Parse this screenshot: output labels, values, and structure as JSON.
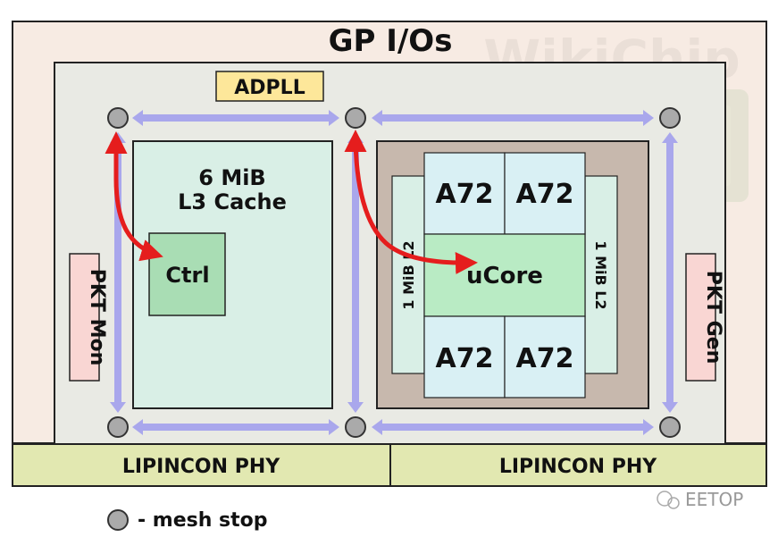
{
  "title": "GP I/Os",
  "watermark": "WikiChip",
  "adpll": "ADPLL",
  "l3_cache": {
    "line1": "6 MiB",
    "line2": "L3 Cache"
  },
  "ctrl": "Ctrl",
  "core_cluster": {
    "cores": [
      "A72",
      "A72",
      "A72",
      "A72"
    ],
    "ucore": "uCore",
    "l2_left": "1 MiB L2",
    "l2_right": "1 MiB L2"
  },
  "pkt_mon": "PKT Mon",
  "pkt_gen": "PKT Gen",
  "phy_left": "LIPINCON PHY",
  "phy_right": "LIPINCON PHY",
  "legend": {
    "label": "- mesh stop"
  },
  "source_badge": "EETOP",
  "colors": {
    "outer_bg": "#f7ebe3",
    "inner_bg": "#e9eae4",
    "l3_fill": "#d9efe6",
    "ctrl_fill": "#a9ddb4",
    "cluster_frame": "#c7b8ad",
    "core_fill": "#d9f0f4",
    "ucore_fill": "#b9ebc4",
    "adpll_fill": "#fde79a",
    "pkt_fill": "#f9d6d3",
    "phy_fill": "#e2e8b1",
    "mesh_arrow": "#a9a7ec",
    "red_arrow": "#e51d1d",
    "mesh_stop": "#aaaaaa"
  }
}
